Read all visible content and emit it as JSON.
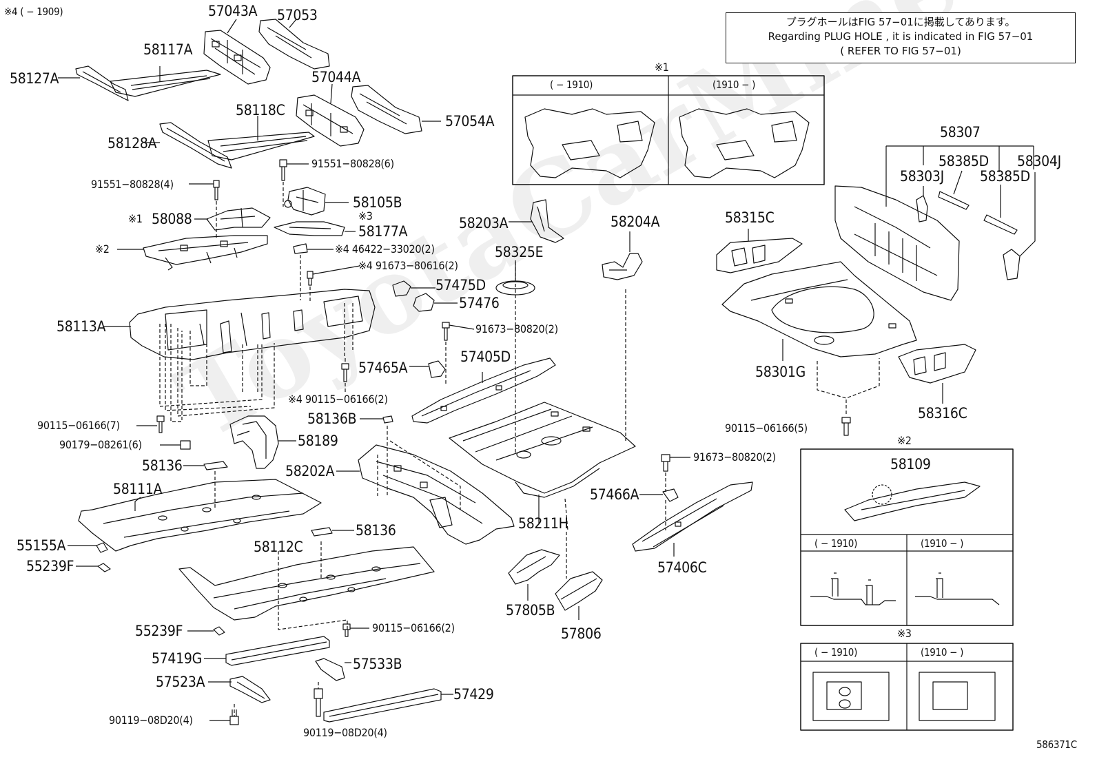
{
  "notice": {
    "line1": "プラグホールはFIG 57−01に掲載してあります。",
    "line2": "Regarding  PLUG  HOLE , it is indicated in FIG  57−01",
    "line3": "( REFER  TO  FIG 57−01)"
  },
  "figure_code": "586371C",
  "watermark": "ToyotaCarMine.ru",
  "note_top_left": "※4 (      − 1909)",
  "parts": {
    "p57043A": "57043A",
    "p57053": "57053",
    "p58117A": "58117A",
    "p58127A": "58127A",
    "p57044A": "57044A",
    "p57054A": "57054A",
    "p58118C": "58118C",
    "p58128A": "58128A",
    "p58105B": "58105B",
    "p58088": "58088",
    "p58177A": "58177A",
    "p58203A": "58203A",
    "p58204A": "58204A",
    "p58325E": "58325E",
    "p57475D": "57475D",
    "p57476": "57476",
    "p58113A": "58113A",
    "p57465A": "57465A",
    "p57405D": "57405D",
    "p58136B": "58136B",
    "p58189": "58189",
    "p58136a": "58136",
    "p58202A": "58202A",
    "p58111A": "58111A",
    "p58136b": "58136",
    "p55155A": "55155A",
    "p55239F_1": "55239F",
    "p58112C": "58112C",
    "p58211H": "58211H",
    "p57466A": "57466A",
    "p57406C": "57406C",
    "p57805B": "57805B",
    "p57806": "57806",
    "p55239F_2": "55239F",
    "p57419G": "57419G",
    "p57533B": "57533B",
    "p57523A": "57523A",
    "p57429": "57429",
    "p58315C": "58315C",
    "p58307": "58307",
    "p58385D_1": "58385D",
    "p58304J": "58304J",
    "p58303J": "58303J",
    "p58385D_2": "58385D",
    "p58301G": "58301G",
    "p58316C": "58316C",
    "p58109": "58109"
  },
  "bolts": {
    "b91551_6": "91551−80828(6)",
    "b91551_4": "91551−80828(4)",
    "b46422": "※4 46422−33020(2)",
    "b91673_616": "※4 91673−80616(2)",
    "b91673_820a": "91673−80820(2)",
    "b90115_4": "※4 90115−06166(2)",
    "b90115_7": "90115−06166(7)",
    "b90179": "90179−08261(6)",
    "b90115_2": "90115−06166(2)",
    "b90119_a": "90119−08D20(4)",
    "b90119_b": "90119−08D20(4)",
    "b91673_820b": "91673−80820(2)",
    "b90115_5": "90115−06166(5)"
  },
  "marks": {
    "m1_label": "※1",
    "m2_label": "※2",
    "m3_label": "※3",
    "m1_main": "※1",
    "m2_main": "※2",
    "m3_main": "※3"
  },
  "insets": {
    "box1_left": "(      − 1910)",
    "box1_right": "(1910 −        )",
    "box2_left": "(      − 1910)",
    "box2_right": "(1910 −        )",
    "box3_left": "(      − 1910)",
    "box3_right": "(1910 −        )"
  }
}
